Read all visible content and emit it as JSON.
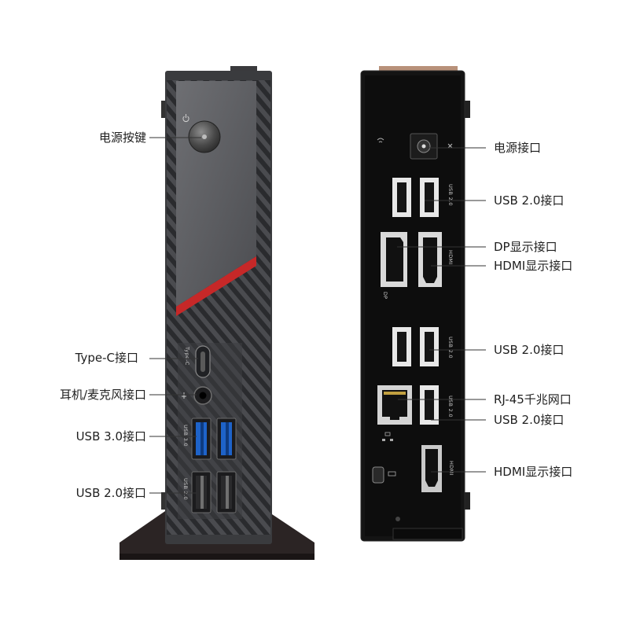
{
  "front_panel": {
    "callouts": {
      "power_button": "电源按键",
      "type_c": "Type-C接口",
      "audio": "耳机/麦克风接口",
      "usb3": "USB 3.0接口",
      "usb2": "USB 2.0接口"
    },
    "port_marks": {
      "type_c": "Type-C",
      "usb3": "USB 3.0",
      "usb2": "USB 2.0"
    },
    "accent_color": "#c62828"
  },
  "rear_panel": {
    "callouts": {
      "power_jack": "电源接口",
      "usb2_top": "USB 2.0接口",
      "dp": "DP显示接口",
      "hdmi_top": "HDMI显示接口",
      "usb2_mid": "USB 2.0接口",
      "rj45": "RJ-45千兆网口",
      "usb2_low": "USB 2.0接口",
      "hdmi_bottom": "HDMI显示接口"
    },
    "port_marks": {
      "usb_top": "USB 2.0",
      "dp": "DP",
      "hdmi": "HDMI",
      "usb_mid": "USB 2.0",
      "usb_low": "USB 2.0",
      "hdmi_low": "HDMI"
    }
  }
}
